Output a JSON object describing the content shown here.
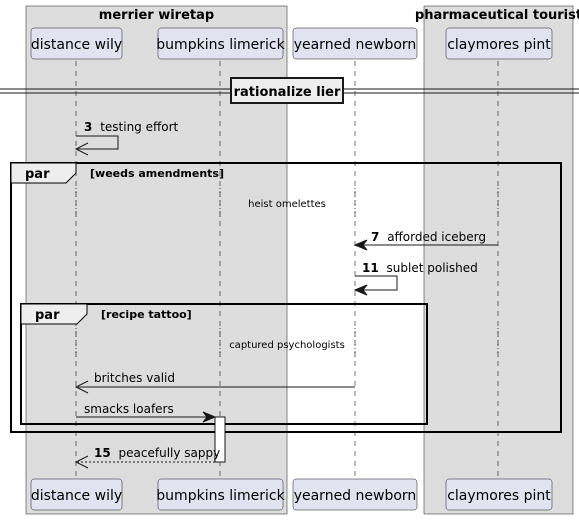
{
  "boxes": [
    {
      "title": "merrier wiretap"
    },
    {
      "title": "pharmaceutical tourist"
    }
  ],
  "participants": [
    {
      "name": "distance wily"
    },
    {
      "name": "bumpkins limerick"
    },
    {
      "name": "yearned newborn"
    },
    {
      "name": "claymores pint"
    }
  ],
  "divider": {
    "label": "rationalize lier"
  },
  "messages": [
    {
      "num": "3",
      "text": "testing effort"
    },
    {
      "num": "7",
      "text": "afforded iceberg"
    },
    {
      "num": "11",
      "text": "sublet polished"
    },
    {
      "num": "",
      "text": "britches valid"
    },
    {
      "num": "",
      "text": "smacks loafers"
    },
    {
      "num": "15",
      "text": "peacefully sappy"
    }
  ],
  "frames": [
    {
      "keyword": "par",
      "guard": "[weeds amendments]"
    },
    {
      "keyword": "par",
      "guard": "[recipe tattoo]"
    }
  ],
  "delays": [
    {
      "text": "heist omelettes"
    },
    {
      "text": "captured psychologists"
    }
  ],
  "colors": {
    "box_fill": "#DDDDDD",
    "participant_fill": "#E2E2F0",
    "line": "#181818"
  }
}
